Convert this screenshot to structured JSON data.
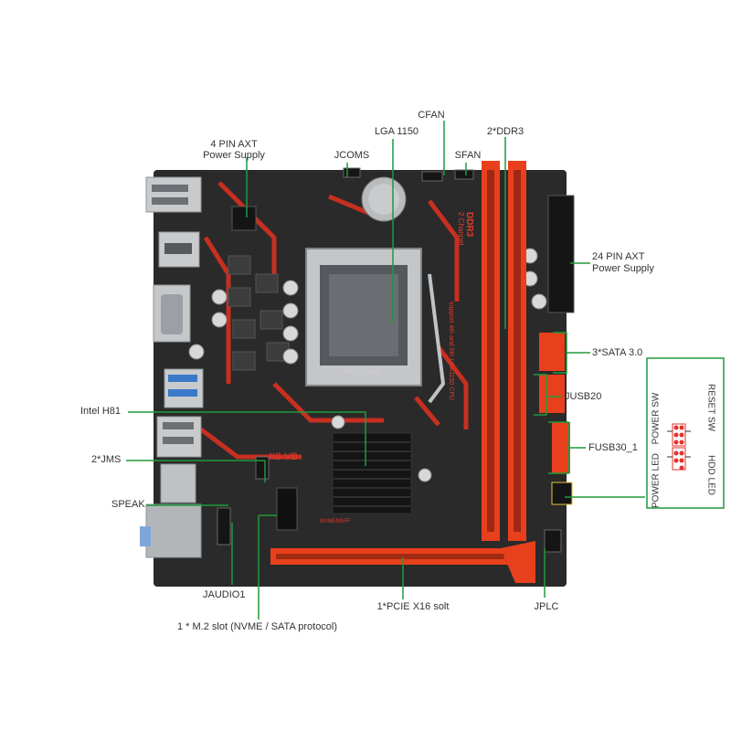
{
  "labels": {
    "cfan": "CFAN",
    "lga": "LGA 1150",
    "ddr3": "2*DDR3",
    "power4_line1": "4 PIN AXT",
    "power4_line2": "Power Supply",
    "jcoms": "JCOMS",
    "sfan": "SFAN",
    "power24_line1": "24 PIN AXT",
    "power24_line2": "Power Supply",
    "sata": "3*SATA 3.0",
    "jusb20": "JUSB20",
    "fusb30": "FUSB30_1",
    "intel": "Intel H81",
    "jms": "2*JMS",
    "speak": "SPEAK",
    "jaudio": "JAUDIO1",
    "m2": "1 * M.2 slot (NVME / SATA protocol)",
    "pcie": "1*PCIE X16 solt",
    "jplc": "JPLC"
  },
  "panel": {
    "power_sw": "POWER SW",
    "reset_sw": "RESET SW",
    "power_led": "POWER LED",
    "hdd_led": "HDD  LED"
  },
  "silkscreen": {
    "ddr3_title": "DDR3",
    "ddr3_channel": "2 Channel",
    "ddr3_support": "support 4th and 5th LGA1150 CPU",
    "model": "X8-VB",
    "remove": "REMOVE",
    "nvme": "NVMENGFF"
  },
  "colors": {
    "pcb": "#2a2a2a",
    "accent_red": "#e0321e",
    "slot_red": "#e8401c",
    "leader_green": "#1f9a3a",
    "text": "#333333"
  }
}
